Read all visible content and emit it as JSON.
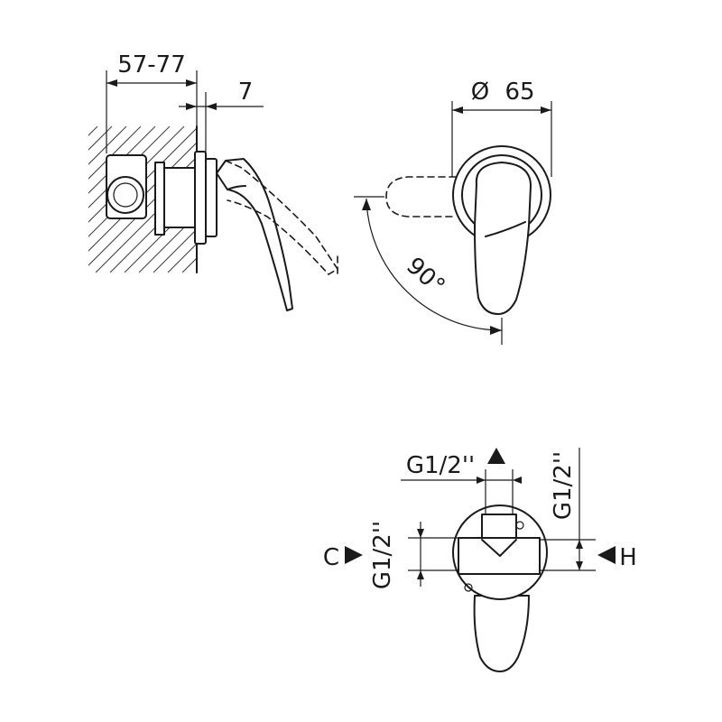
{
  "dimensions": {
    "depth_range": "57-77",
    "offset": "7",
    "diameter_symbol": "Ø",
    "diameter_value": "65",
    "rotation_angle": "90°"
  },
  "connections": {
    "top_outlet_thread": "G1/2''",
    "right_thread": "G1/2''",
    "left_thread": "G1/2''",
    "cold_label": "C",
    "hot_label": "H"
  }
}
